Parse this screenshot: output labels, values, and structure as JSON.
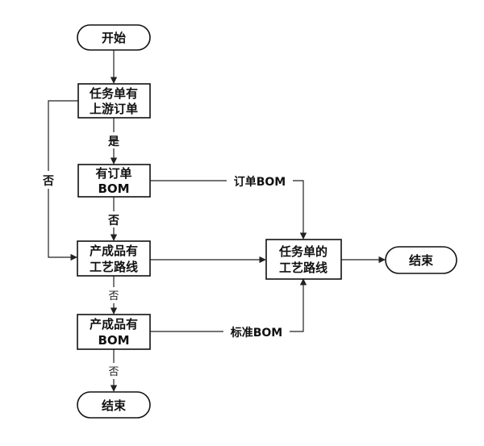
{
  "nodes": {
    "start": {
      "lines": [
        "开始"
      ]
    },
    "task_upstream": {
      "lines": [
        "任务单有",
        "上游订单"
      ]
    },
    "has_order_bom": {
      "lines": [
        "有订单",
        "BOM"
      ]
    },
    "product_route": {
      "lines": [
        "产成品有",
        "工艺路线"
      ]
    },
    "product_bom": {
      "lines": [
        "产成品有",
        "BOM"
      ]
    },
    "task_route": {
      "lines": [
        "任务单的",
        "工艺路线"
      ]
    },
    "end_right": {
      "lines": [
        "结束"
      ]
    },
    "end_bottom": {
      "lines": [
        "结束"
      ]
    }
  },
  "edges": {
    "yes_label": "是",
    "no_left_label": "否",
    "no_order_bom_label": "否",
    "no_route_label": "否",
    "no_bom_label": "否",
    "order_bom_label": "订单BOM",
    "standard_bom_label": "标准BOM"
  }
}
